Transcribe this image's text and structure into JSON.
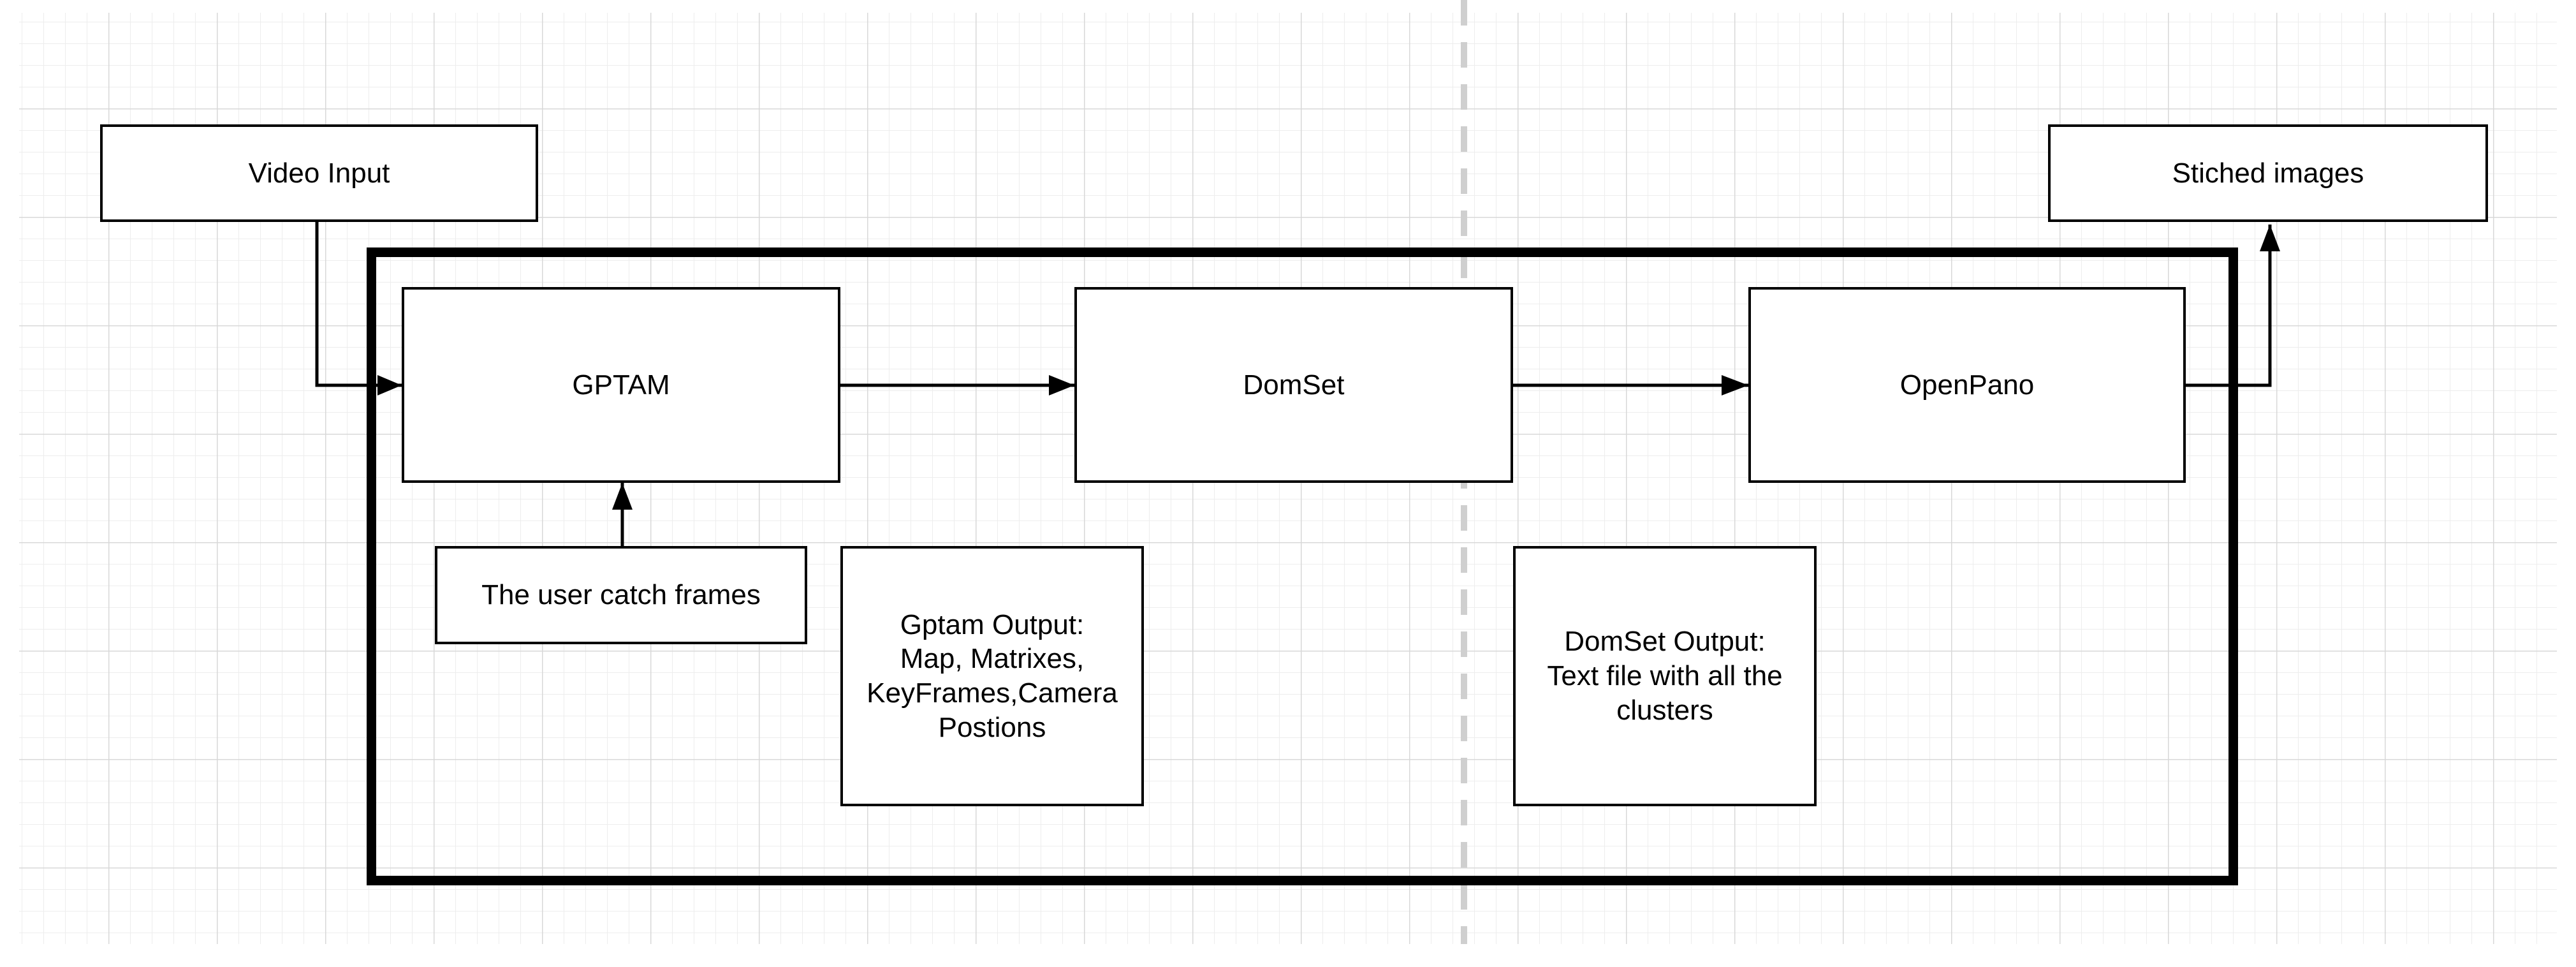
{
  "diagram": {
    "nodes": {
      "video_input": "Video Input",
      "stiched_images": "Stiched images",
      "gptam": "GPTAM",
      "domset": "DomSet",
      "openpano": "OpenPano",
      "user_catch_frames": "The user catch frames",
      "gptam_output": "Gptam Output:\nMap, Matrixes,\nKeyFrames,Camera\nPostions",
      "domset_output": "DomSet Output:\nText file with all the\nclusters"
    },
    "edges": [
      {
        "from": "video_input",
        "to": "gptam"
      },
      {
        "from": "gptam",
        "to": "domset"
      },
      {
        "from": "domset",
        "to": "openpano"
      },
      {
        "from": "openpano",
        "to": "stiched_images"
      },
      {
        "from": "user_catch_frames",
        "to": "gptam"
      }
    ]
  },
  "colors": {
    "line": "#000000",
    "grid_minor": "#ededed",
    "grid_major": "#d8d8d8",
    "divider": "#cfcfcf"
  }
}
